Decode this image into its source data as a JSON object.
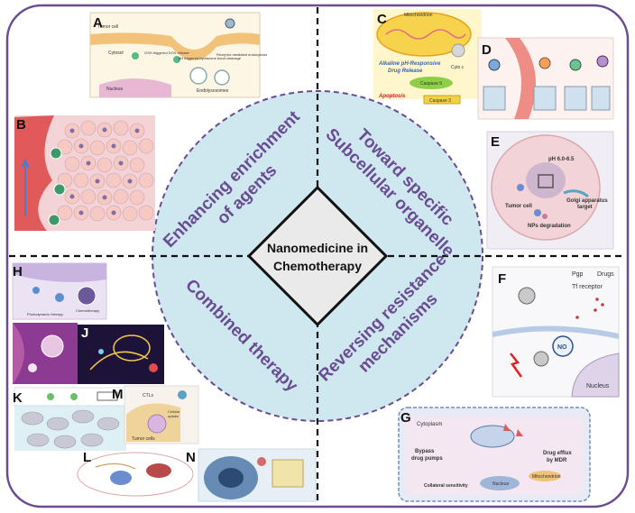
{
  "center": {
    "line1": "Nanomedicine in",
    "line2": "Chemotherapy"
  },
  "quadrants": {
    "top_left": {
      "line1": "Enhancing enrichment",
      "line2": "of agents"
    },
    "top_right": {
      "line1": "Toward specific",
      "line2": "Subcellular organelle"
    },
    "bottom_left": {
      "line1": "Combined therapy"
    },
    "bottom_right": {
      "line1": "Reversing resistance",
      "line2": "mechanisms"
    }
  },
  "panel_letters": [
    "A",
    "B",
    "C",
    "D",
    "E",
    "F",
    "G",
    "H",
    "J",
    "K",
    "L",
    "M",
    "N"
  ],
  "panel_A": {
    "tumor_cell": "Tumor cell",
    "cytosol": "Cytosol",
    "nucleus": "Nucleus",
    "endolysosomes": "Endolysosomes",
    "gsh": "GSH triggered DOX release",
    "ph": "pH triggered hydrazone bond cleavage",
    "receptor": "Receptor-mediated endocytosis"
  },
  "panel_C": {
    "mito": "Mitochondrion",
    "title1": "Alkaline pH-Responsive",
    "title2": "Drug Release",
    "cyto": "Cyto c",
    "casp9": "Caspase 9",
    "casp3": "Caspase 3",
    "apoptosis": "Apoptosis"
  },
  "panel_E": {
    "ph": "pH 6.0-6.5",
    "golgi1": "Golgi apparatus",
    "golgi2": "target",
    "tumor": "Tumor cell",
    "deg": "NPs degradation"
  },
  "panel_F": {
    "pgp": "Pgp",
    "drugs": "Drugs",
    "tf": "Tf receptor",
    "no": "NO",
    "nucleus": "Nucleus"
  },
  "panel_G": {
    "cytoplasm": "Cytoplasm",
    "bypass1": "Bypass",
    "bypass2": "drug pumps",
    "efflux1": "Drug efflux",
    "efflux2": "by MDR",
    "collateral": "Collateral sensitivity",
    "nucleus": "Nucleus",
    "mito": "Mitochondrion"
  },
  "panel_H": {
    "pdt": "Photodynamic therapy",
    "chemo": "Chemotherapy"
  },
  "panel_M": {
    "ctls": "CTLs",
    "tumor": "Tumor cells",
    "uptake1": "Cellular",
    "uptake2": "uptake"
  },
  "colors": {
    "circle_fill": "#cfe7ee",
    "border": "#6a4c93",
    "divider": "#111111"
  }
}
